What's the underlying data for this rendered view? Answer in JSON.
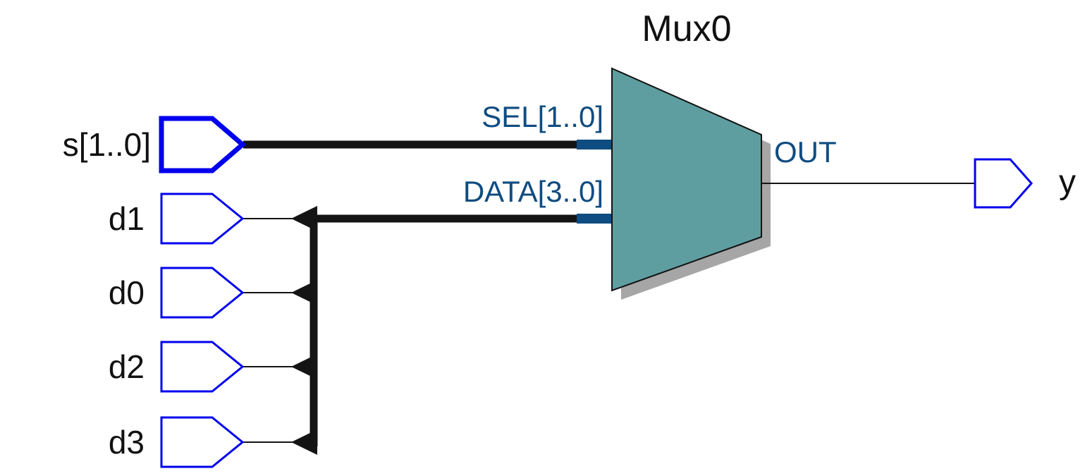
{
  "diagram": {
    "component": {
      "title": "Mux0",
      "pins": {
        "sel": "SEL[1..0]",
        "data": "DATA[3..0]",
        "out": "OUT"
      }
    },
    "ports": {
      "inputs": [
        {
          "label": "s[1..0]"
        },
        {
          "label": "d1"
        },
        {
          "label": "d0"
        },
        {
          "label": "d2"
        },
        {
          "label": "d3"
        }
      ],
      "outputs": [
        {
          "label": "y"
        }
      ]
    },
    "colors": {
      "mux_fill": "#5F9EA0",
      "mux_shadow": "#A6A6A6",
      "port_stroke": "#0000EE",
      "pin_text": "#0F4C81",
      "pin_stub": "#0F4C81",
      "wire": "#141414",
      "background": "#FFFFFF"
    }
  }
}
